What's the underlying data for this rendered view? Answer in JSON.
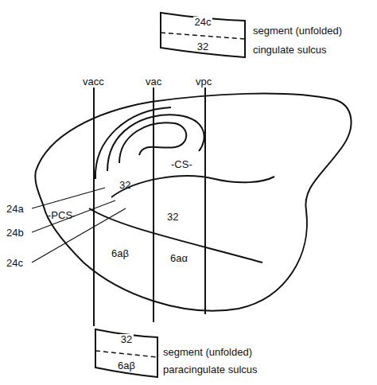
{
  "diagram": {
    "nodes": [
      {
        "text": [
          "24c",
          "32"
        ]
      },
      {
        "text": [
          "32",
          "6aβ"
        ]
      }
    ],
    "labels": [
      "segment (unfolded)",
      "cingulate sulcus",
      "vacc",
      "vac",
      "vpc",
      "-CS-",
      "32",
      "32",
      "-PCS-",
      "6aβ",
      "6aα",
      "24a",
      "24b",
      "24c",
      "segment (unfolded)",
      "paracingulate sulcus"
    ]
  }
}
